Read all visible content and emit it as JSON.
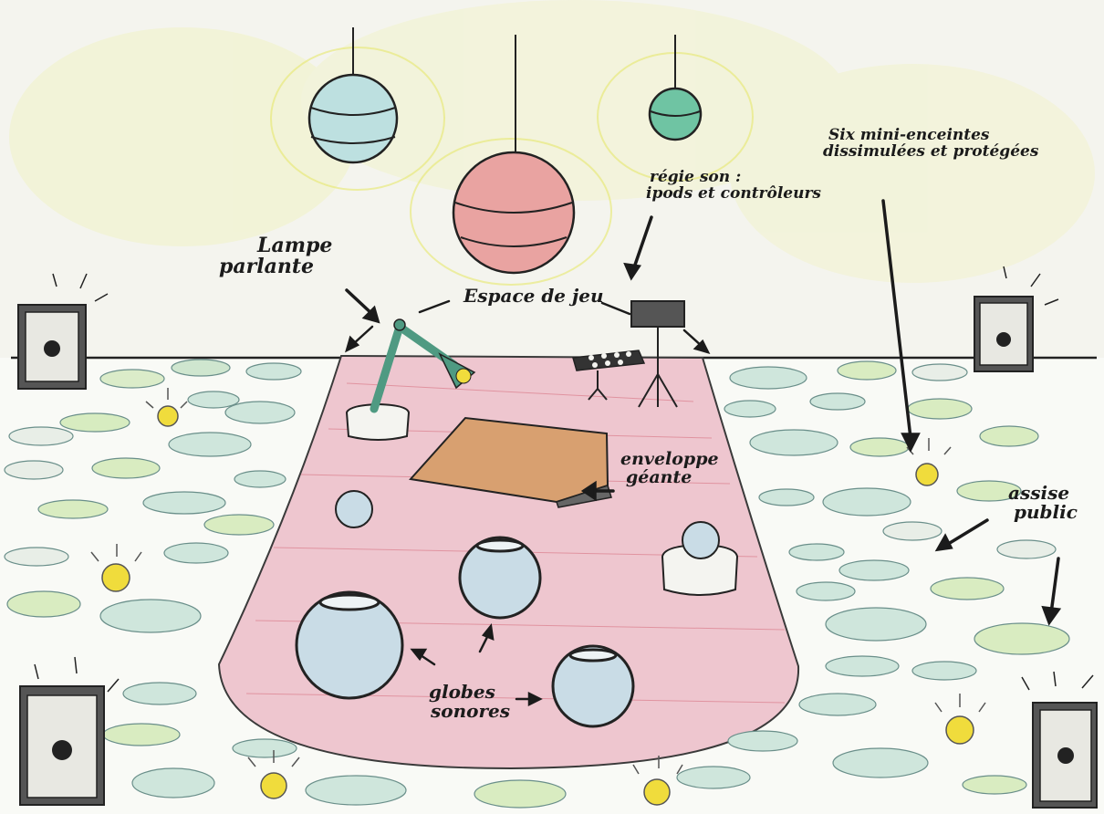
{
  "labels": {
    "lamp_line1": "Lampe",
    "lamp_line2": "parlante",
    "stage_area": "Espace de jeu",
    "sound_desk_line1": "régie son :",
    "sound_desk_line2": "ipods et contrôleurs",
    "speakers_line1": "Six mini-enceintes",
    "speakers_line2": "dissimulées et protégées",
    "envelope_line1": "enveloppe",
    "envelope_line2": "géante",
    "seating_line1": "assise",
    "seating_line2": "public",
    "globes_line1": "globes",
    "globes_line2": "sonores"
  },
  "colors": {
    "paper": "#f7f6f1",
    "stage_floor": "#eec6cf",
    "ceiling_glow": "#eef0b4",
    "cushion": "#cfe6dc",
    "cushion_rim": "#c8e39a",
    "lamp_green": "#4f9a82",
    "bulb_yellow": "#f0dc3c",
    "envelope": "#d8a070",
    "ink": "#1b1b1b"
  },
  "icons": [
    "speaker-icon",
    "pendant-lamp-icon",
    "desk-lamp-icon",
    "fishbowl-globe-icon",
    "bulb-icon",
    "music-stand-icon",
    "controller-icon",
    "envelope-icon",
    "cushion-icon",
    "arrow-icon"
  ]
}
